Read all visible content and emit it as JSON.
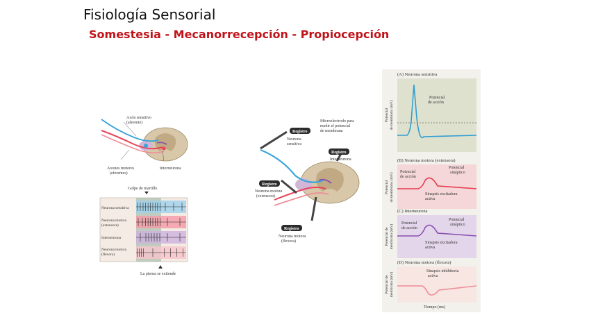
{
  "slide": {
    "title": "Fisiología Sensorial",
    "subtitle": "Somestesia - Mecanorrecepción - Propiocepción"
  },
  "figure_left_top": {
    "label_axon_sensitivo": "Axón sensitivo",
    "label_aferente": "(aferente)",
    "label_axones_motores": "Axones motores",
    "label_eferentes": "(eferentes)",
    "label_interneurona": "Interneurona"
  },
  "figure_left_bottom": {
    "golpe": "Golpe de martillo",
    "rows": [
      "Neurona sensitiva",
      "Neurona motora",
      "(extensora)",
      "Interneurona",
      "Neurona motora",
      "(flexora)"
    ],
    "row_colors": [
      "#4fa6d6",
      "#e8455a",
      "#9b6bc0",
      "#ef8c98"
    ],
    "pierna": "La pierna se extiende"
  },
  "figure_middle": {
    "registro": "Registro",
    "neurona_sensitiva_1": "Neurona",
    "neurona_sensitiva_2": "sensitiva",
    "microelectrodo_1": "Microelectrodo para",
    "microelectrodo_2": "medir el potencial",
    "microelectrodo_3": "de membrana",
    "interneurona": "Interneurona",
    "motora_ext_1": "Neurona motora",
    "motora_ext_2": "(extensora)",
    "motora_flex_1": "Neurona motora",
    "motora_flex_2": "(flexora)"
  },
  "figure_right": {
    "panel_a": "(A) Neurona sensitiva",
    "panel_a_annot_1": "Potencial",
    "panel_a_annot_2": "de acción",
    "ylabel_a_1": "Potencial",
    "ylabel_a_2": "de membrana (mV)",
    "panel_b": "(B) Neurona motora (extensora)",
    "panel_b_annot_1_1": "Potencial",
    "panel_b_annot_1_2": "de acción",
    "panel_b_annot_2_1": "Potencial",
    "panel_b_annot_2_2": "sináptico",
    "panel_b_annot_3_1": "Sinapsis excitadora",
    "panel_b_annot_3_2": "activa",
    "ylabel_b_1": "Potencial",
    "ylabel_b_2": "de membrana (mV)",
    "panel_c": "(C) Interneurona",
    "panel_c_annot_1_1": "Potencial",
    "panel_c_annot_1_2": "de acción",
    "panel_c_annot_2_1": "Potencial",
    "panel_c_annot_2_2": "sináptico",
    "panel_c_annot_3_1": "Sinapsis excitadora",
    "panel_c_annot_3_2": "activa",
    "ylabel_c_1": "Potencial de",
    "ylabel_c_2": "membrana (mV)",
    "panel_d": "(D) Neurona motora (flexora)",
    "panel_d_annot_1": "Sinapsis inhibitoria",
    "panel_d_annot_2": "activa",
    "ylabel_d_1": "Potencial de",
    "ylabel_d_2": "membrana (mV)",
    "xlabel": "Tiempo (ms)",
    "trace_colors": {
      "a": "#2f9fd0",
      "b": "#e63a4e",
      "c": "#8a4fb0",
      "d": "#ef8c98"
    }
  }
}
